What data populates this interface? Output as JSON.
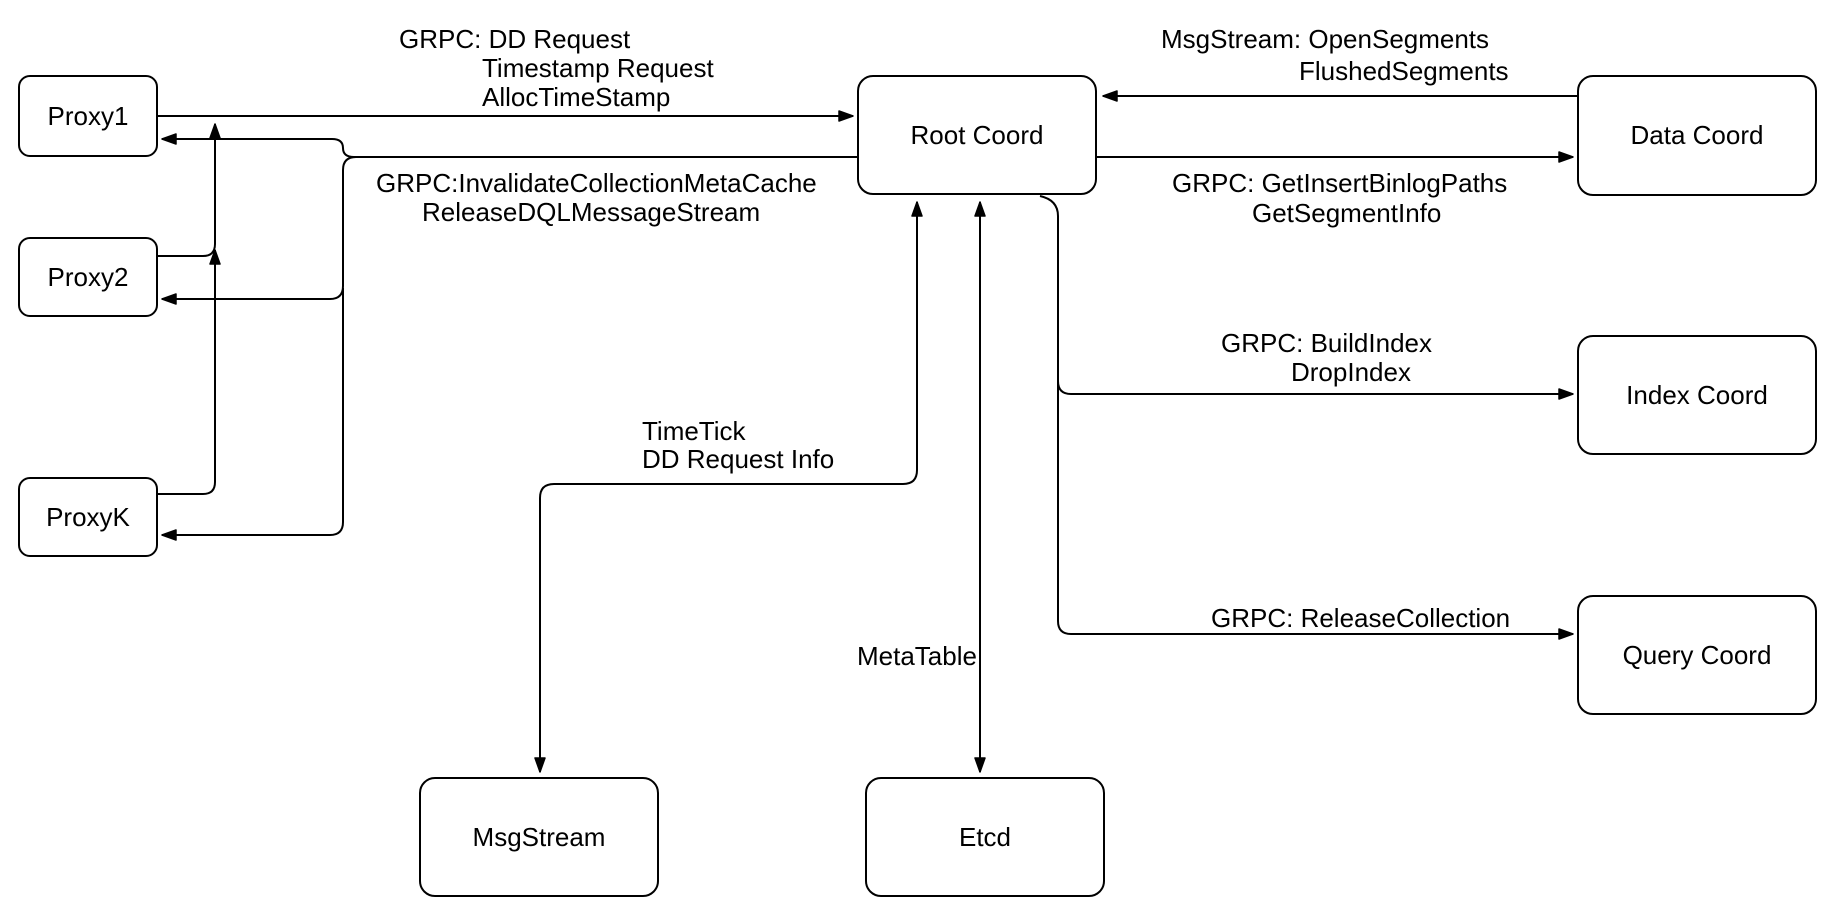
{
  "diagram_type": "architecture",
  "colors": {
    "stroke": "#000000",
    "background": "#ffffff",
    "text": "#000000"
  },
  "nodes": {
    "proxy1": {
      "label": "Proxy1"
    },
    "proxy2": {
      "label": "Proxy2"
    },
    "proxyk": {
      "label": "ProxyK"
    },
    "root_coord": {
      "label": "Root Coord"
    },
    "data_coord": {
      "label": "Data Coord"
    },
    "index_coord": {
      "label": "Index Coord"
    },
    "query_coord": {
      "label": "Query Coord"
    },
    "msgstream": {
      "label": "MsgStream"
    },
    "etcd": {
      "label": "Etcd"
    }
  },
  "edges": {
    "proxy_to_root": {
      "from": "Proxy1 / Proxy2 / ProxyK",
      "to": "Root Coord",
      "lines": [
        "GRPC: DD Request",
        "Timestamp Request",
        "AllocTimeStamp"
      ]
    },
    "root_to_proxies": {
      "from": "Root Coord",
      "to": "Proxy1 / Proxy2 / ProxyK",
      "lines": [
        "GRPC:InvalidateCollectionMetaCache",
        "ReleaseDQLMessageStream"
      ]
    },
    "data_to_root": {
      "from": "Data Coord",
      "to": "Root Coord",
      "lines": [
        "MsgStream: OpenSegments",
        "FlushedSegments"
      ]
    },
    "root_to_data": {
      "from": "Root Coord",
      "to": "Data Coord",
      "lines": [
        "GRPC: GetInsertBinlogPaths",
        "GetSegmentInfo"
      ]
    },
    "root_to_index": {
      "from": "Root Coord",
      "to": "Index Coord",
      "lines": [
        "GRPC: BuildIndex",
        "DropIndex"
      ]
    },
    "root_to_query": {
      "from": "Root Coord",
      "to": "Query Coord",
      "lines": [
        "GRPC: ReleaseCollection"
      ]
    },
    "root_to_msgstream": {
      "from": "Root Coord",
      "to": "MsgStream",
      "bidirectional": true,
      "lines": [
        "TimeTick",
        "DD Request Info"
      ]
    },
    "root_to_etcd": {
      "from": "Root Coord",
      "to": "Etcd",
      "bidirectional": true,
      "lines": [
        "MetaTable"
      ]
    }
  }
}
